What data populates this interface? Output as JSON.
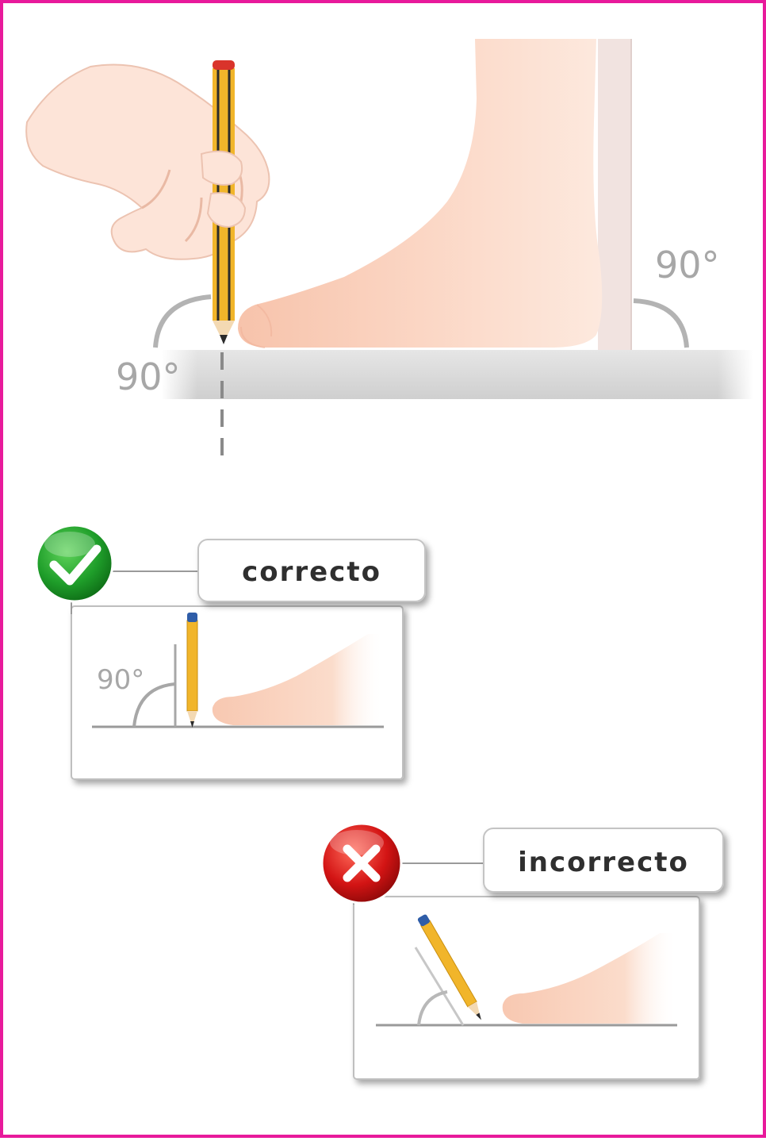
{
  "main_diagram": {
    "angle_left": "90°",
    "angle_right": "90°"
  },
  "correct_example": {
    "label": "correcto",
    "angle": "90°",
    "badge_icon": "checkmark-icon",
    "badge_color": "#1f9e2a"
  },
  "incorrect_example": {
    "label": "incorrecto",
    "badge_icon": "cross-icon",
    "badge_color": "#d31414"
  },
  "colors": {
    "border": "#e81a9b",
    "skin": "#fbd9c7",
    "pencil": "#f1b52a",
    "floor": "#d9d9d9"
  }
}
